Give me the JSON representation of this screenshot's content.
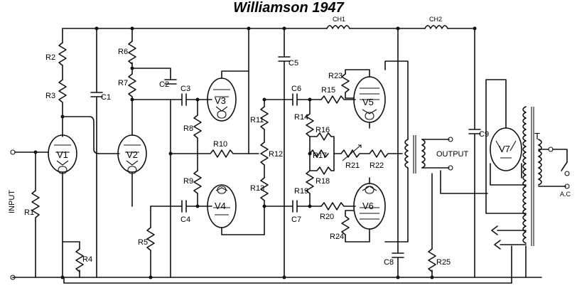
{
  "title": "Williamson 1947",
  "labels": {
    "input": "INPUT",
    "output": "OUTPUT",
    "ac": "A.C",
    "transformer": "T"
  },
  "tubes": [
    "V1",
    "V2",
    "V3",
    "V4",
    "V5",
    "V6",
    "V7"
  ],
  "chokes": [
    "CH1",
    "CH2"
  ],
  "resistors": [
    "R1",
    "R2",
    "R3",
    "R4",
    "R5",
    "R6",
    "R7",
    "R8",
    "R9",
    "R10",
    "R11",
    "R12",
    "R13",
    "R14",
    "R15",
    "R16",
    "R17",
    "R18",
    "R19",
    "R20",
    "R21",
    "R22",
    "R23",
    "R24",
    "R25"
  ],
  "capacitors": [
    "C1",
    "C2",
    "C3",
    "C4",
    "C5",
    "C6",
    "C7",
    "C8",
    "C9"
  ]
}
